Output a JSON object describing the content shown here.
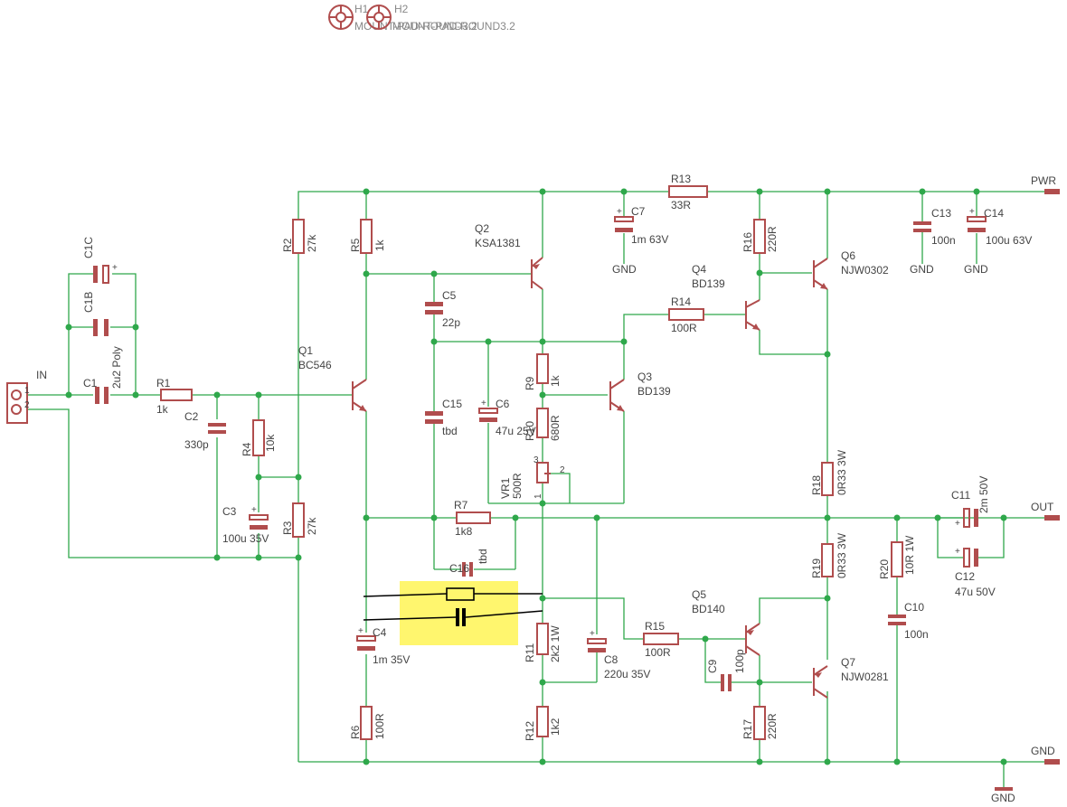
{
  "mount_holes": {
    "h1": {
      "ref": "H1",
      "value": "MOUNT-PAD-ROUND3.2"
    },
    "h2": {
      "ref": "H2",
      "value": "MOUNT-PAD-ROUND3.2"
    }
  },
  "connector": {
    "label": "IN",
    "pin1": "1",
    "pin2": "2"
  },
  "ports": {
    "pwr": "PWR",
    "out": "OUT",
    "gnd": "GND",
    "gnd_symbol": "GND"
  },
  "gnd_labels": {
    "c7": "GND",
    "c13": "GND",
    "c14": "GND"
  },
  "components": {
    "c1c": {
      "ref": "C1C"
    },
    "c1b": {
      "ref": "C1B",
      "value": "2u2 Poly"
    },
    "c1": {
      "ref": "C1"
    },
    "r1": {
      "ref": "R1",
      "value": "1k"
    },
    "c2": {
      "ref": "C2",
      "value": "330p"
    },
    "r4": {
      "ref": "R4",
      "value": "10k"
    },
    "c3": {
      "ref": "C3",
      "value": "100u 35V"
    },
    "r2": {
      "ref": "R2",
      "value": "27k"
    },
    "r3": {
      "ref": "R3",
      "value": "27k"
    },
    "q1": {
      "ref": "Q1",
      "value": "BC546"
    },
    "r5": {
      "ref": "R5",
      "value": "1k"
    },
    "c4": {
      "ref": "C4",
      "value": "1m 35V"
    },
    "r6": {
      "ref": "R6",
      "value": "100R"
    },
    "c5": {
      "ref": "C5",
      "value": "22p"
    },
    "c15": {
      "ref": "C15",
      "value": "tbd"
    },
    "c6": {
      "ref": "C6",
      "value": "47u 25V"
    },
    "r7": {
      "ref": "R7",
      "value": "1k8"
    },
    "c16": {
      "ref": "C16",
      "value": "tbd"
    },
    "q2": {
      "ref": "Q2",
      "value": "KSA1381"
    },
    "r9": {
      "ref": "R9",
      "value": "1k"
    },
    "r10": {
      "ref": "R10",
      "value": "680R"
    },
    "vr1": {
      "ref": "VR1",
      "value": "500R",
      "pin1": "1",
      "pin2": "2",
      "pin3": "3"
    },
    "q3": {
      "ref": "Q3",
      "value": "BD139"
    },
    "r11": {
      "ref": "R11",
      "value": "2k2 1W"
    },
    "r12": {
      "ref": "R12",
      "value": "1k2"
    },
    "c8": {
      "ref": "C8",
      "value": "220u 35V"
    },
    "c7": {
      "ref": "C7",
      "value": "1m 63V"
    },
    "r13": {
      "ref": "R13",
      "value": "33R"
    },
    "r14": {
      "ref": "R14",
      "value": "100R"
    },
    "q4": {
      "ref": "Q4",
      "value": "BD139"
    },
    "r16": {
      "ref": "R16",
      "value": "220R"
    },
    "q6": {
      "ref": "Q6",
      "value": "NJW0302"
    },
    "r18": {
      "ref": "R18",
      "value": "0R33 3W"
    },
    "r19": {
      "ref": "R19",
      "value": "0R33 3W"
    },
    "q5": {
      "ref": "Q5",
      "value": "BD140"
    },
    "r15": {
      "ref": "R15",
      "value": "100R"
    },
    "c9": {
      "ref": "C9",
      "value": "100p"
    },
    "r17": {
      "ref": "R17",
      "value": "220R"
    },
    "q7": {
      "ref": "Q7",
      "value": "NJW0281"
    },
    "c13": {
      "ref": "C13",
      "value": "100n"
    },
    "c14": {
      "ref": "C14",
      "value": "100u 63V"
    },
    "c11": {
      "ref": "C11",
      "value": "2m 50V"
    },
    "c12": {
      "ref": "C12",
      "value": "47u 50V"
    },
    "r20": {
      "ref": "R20",
      "value": "10R 1W"
    },
    "c10": {
      "ref": "C10",
      "value": "100n"
    }
  },
  "colors": {
    "wire": "#2fa84b",
    "part": "#b04d4d",
    "highlight": "#fff66e",
    "text": "#444444"
  }
}
